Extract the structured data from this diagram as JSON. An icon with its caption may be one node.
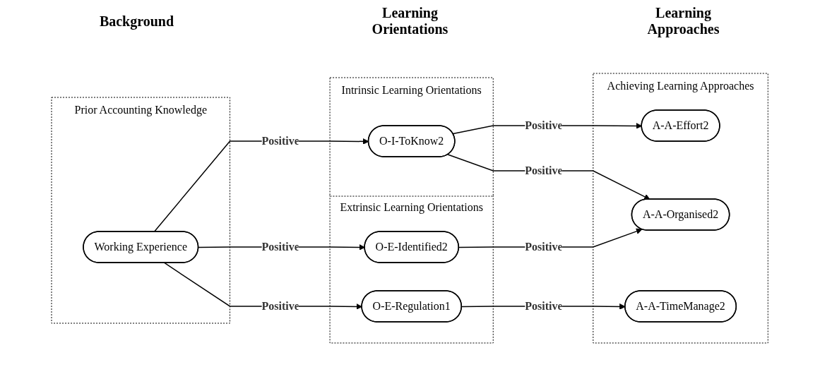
{
  "diagram": {
    "nodes": [
      {
        "text": [
          "Prior Accounting Knowledge"
        ]
      },
      {
        "text": [
          "Working Experience"
        ],
        "in": 0
      },
      {
        "text": [
          "Intrinsic Learning Orientations"
        ]
      },
      {
        "text": [
          "O-I-ToKnow2"
        ],
        "in": 2
      },
      {
        "text": [
          "Extrinsic Learning Orientations"
        ]
      },
      {
        "text": [
          "O-E-Identified2"
        ],
        "in": 4
      },
      {
        "text": [
          "O-E-Regulation1"
        ],
        "in": 4
      },
      {
        "text": [
          "Achieving Learning Approaches"
        ]
      },
      {
        "text": [
          "A-A-Effort2"
        ],
        "in": 7
      },
      {
        "text": [
          "A-A-Organised2"
        ],
        "in": 7
      },
      {
        "text": [
          "A-A-TimeManage2"
        ],
        "in": 7
      }
    ],
    "edges": [
      {
        "from": 1,
        "to": 3,
        "arrow": "to",
        "label": "Positive"
      },
      {
        "from": 1,
        "to": 5,
        "arrow": "to",
        "label": "Positive"
      },
      {
        "from": 1,
        "to": 6,
        "arrow": "to",
        "label": "Positive"
      },
      {
        "from": 3,
        "to": 8,
        "arrow": "to",
        "label": "Positive"
      },
      {
        "from": 3,
        "to": 9,
        "arrow": "to",
        "label": "Positive"
      },
      {
        "from": 5,
        "to": 9,
        "arrow": "to",
        "label": "Positive"
      },
      {
        "from": 6,
        "to": 10,
        "arrow": "to",
        "label": "Positive"
      }
    ],
    "labels": [
      "Background",
      "Learning Orientations",
      "Learning Approaches"
    ]
  }
}
